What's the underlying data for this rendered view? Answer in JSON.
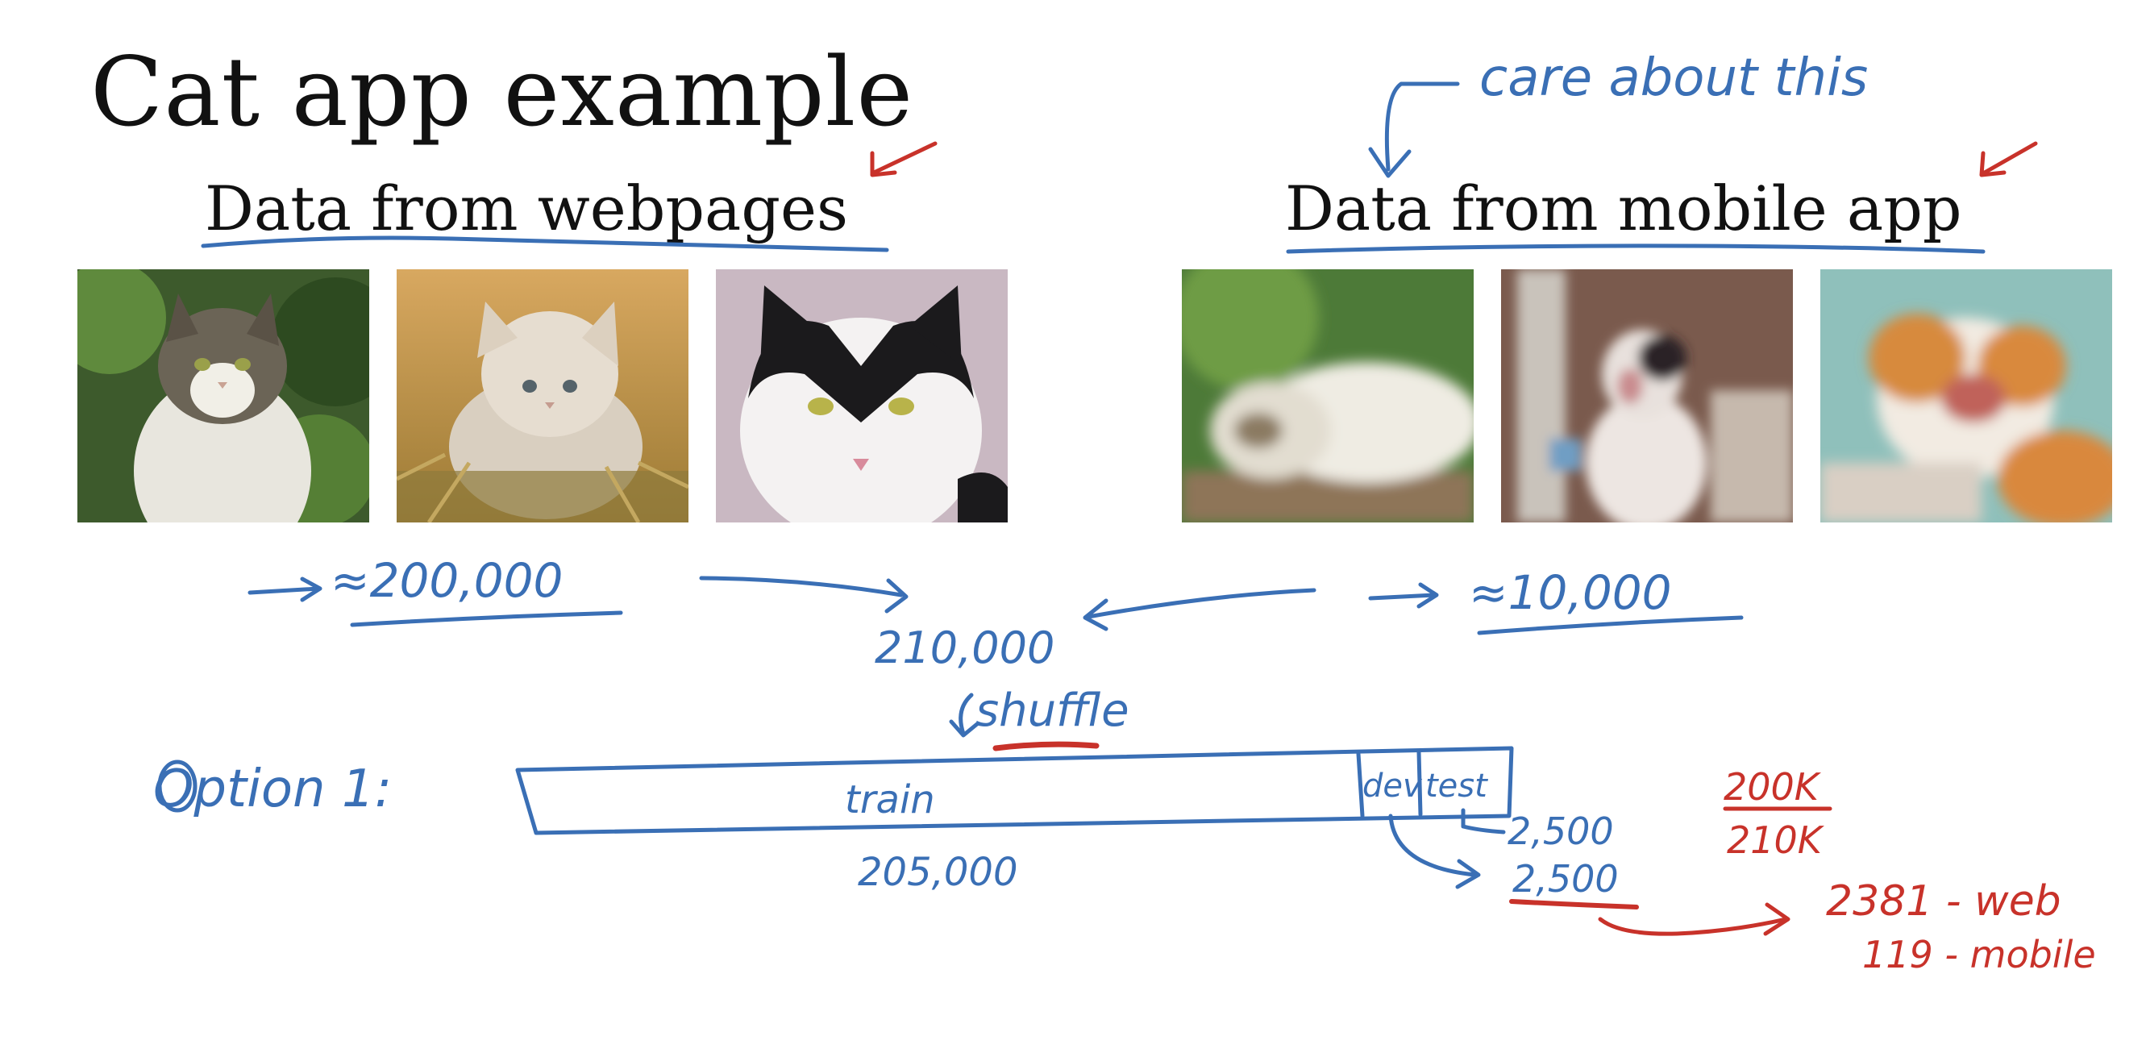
{
  "slide": {
    "title": "Cat app example",
    "left_heading": "Data from webpages",
    "right_heading": "Data from mobile app"
  },
  "annotations": {
    "care_note": "care about this",
    "web_count": "≈200,000",
    "mobile_count": "≈10,000",
    "total": "210,000",
    "shuffle": "shuffle",
    "option_label": "Option 1:",
    "train_label": "train",
    "dev_label": "dev",
    "test_label": "test",
    "train_count": "205,000",
    "dev_count": "2,500",
    "test_count": "2,500",
    "ratio_top": "200K",
    "ratio_bottom": "210K",
    "web_in_test": "2381 - web",
    "mobile_in_test": "119 - mobile"
  },
  "colors": {
    "ink_blue": "#3a6fb5",
    "ink_red": "#c8322a"
  },
  "images": [
    {
      "icon": "cat-photo-tabby-in-grass"
    },
    {
      "icon": "cat-photo-kitten-in-hay"
    },
    {
      "icon": "cat-photo-black-white-cat"
    },
    {
      "icon": "cat-photo-blurry-white-cat"
    },
    {
      "icon": "cat-photo-blurry-yawning-cat"
    },
    {
      "icon": "cat-photo-blurry-orange-cat"
    }
  ]
}
